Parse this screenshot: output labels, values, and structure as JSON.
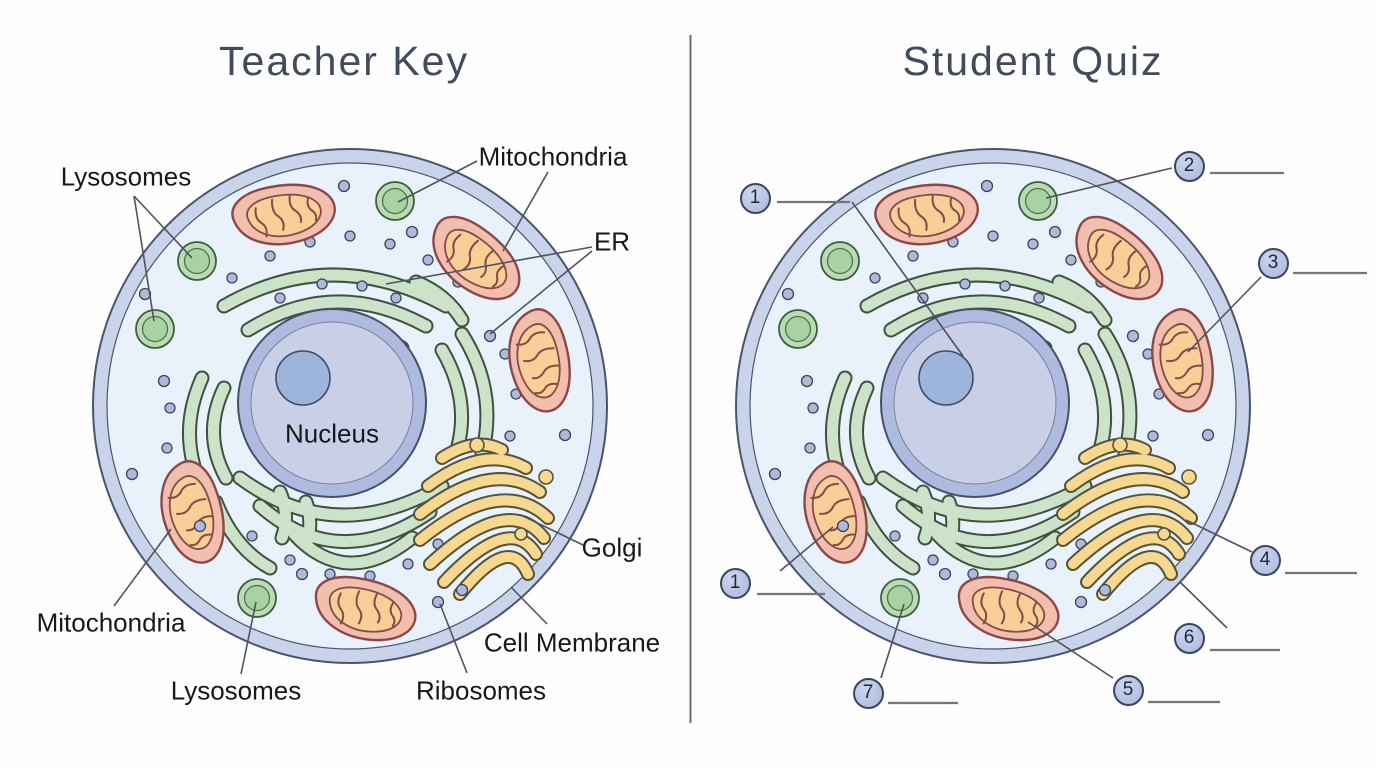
{
  "panels": {
    "teacher": {
      "title": "Teacher Key",
      "labels": {
        "lysosomes_top": "Lysosomes",
        "mitochondria_top": "Mitochondria",
        "er": "ER",
        "nucleus": "Nucleus",
        "golgi": "Golgi",
        "cell_membrane": "Cell Membrane",
        "ribosomes": "Ribosomes",
        "mitochondria_bottom": "Mitochondria",
        "lysosomes_bottom": "Lysosomes"
      }
    },
    "student": {
      "title": "Student Quiz",
      "markers": {
        "m1_top": "1",
        "m2": "2",
        "m3": "3",
        "m4": "4",
        "m5": "5",
        "m6": "6",
        "m7": "7",
        "m1_bottom": "1"
      }
    }
  },
  "organelles": [
    "cell-membrane",
    "cytoplasm",
    "nucleus",
    "nucleolus",
    "endoplasmic-reticulum",
    "ribosomes",
    "mitochondria",
    "lysosomes",
    "golgi-apparatus",
    "vesicles"
  ],
  "colors": {
    "background": "#fefefe",
    "membrane_band": "#c9d3ea",
    "cytoplasm": "#e9f2fb",
    "nucleus_fill": "#c9cfe7",
    "nucleolus": "#9db4db",
    "er_green": "#cde3c9",
    "mitochondria_pink": "#f2bfae",
    "mitochondria_cristae": "#f8cf96",
    "lysosome_green": "#badcb4",
    "golgi_yellow": "#f6d98e",
    "marker_fill": "#b6c2e2",
    "label_text": "#15181d",
    "title_text": "#414b5e"
  }
}
